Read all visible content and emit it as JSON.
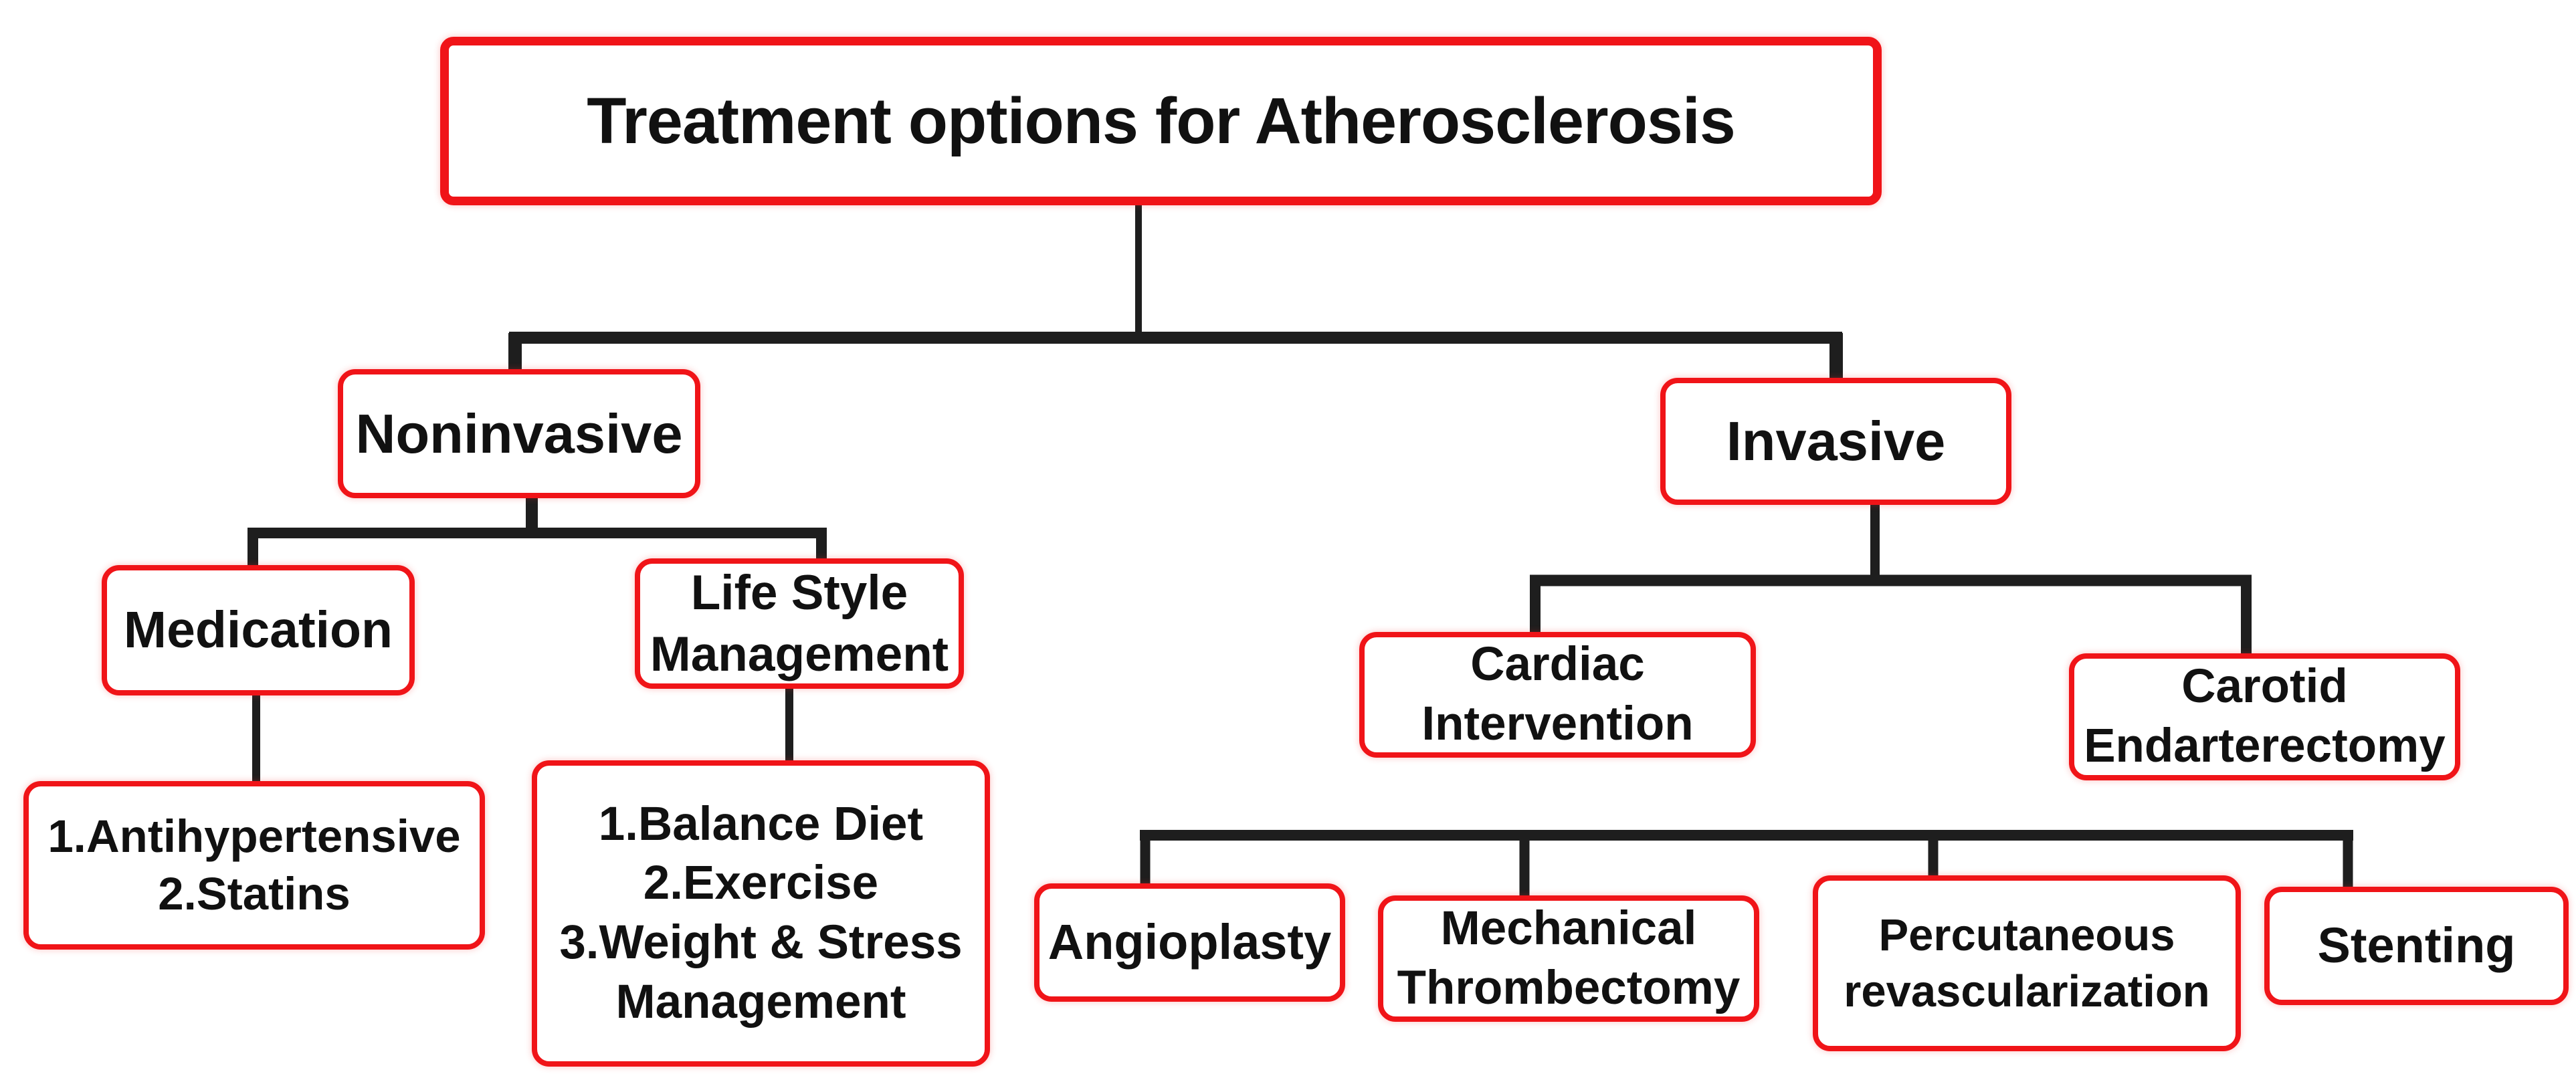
{
  "diagram": {
    "kind": "flowchart",
    "title": "Treatment options for Atherosclerosis"
  },
  "colors": {
    "accent_red": "#f01418",
    "line_black": "#1e1e1e",
    "text_black": "#111111",
    "node_background": "#ffffff"
  },
  "nodes": {
    "title": {
      "label": "Treatment options for Atherosclerosis"
    },
    "noninvasive": {
      "label": "Noninvasive"
    },
    "invasive": {
      "label": "Invasive"
    },
    "medication": {
      "label": "Medication"
    },
    "lifestyle": {
      "label": "Life Style\nManagement"
    },
    "medication_items": {
      "label": "1.Antihypertensive\n2.Statins"
    },
    "lifestyle_items": {
      "label": "1.Balance Diet\n2.Exercise\n3.Weight & Stress\nManagement"
    },
    "cardiac": {
      "label": "Cardiac\nIntervention"
    },
    "carotid": {
      "label": "Carotid\nEndarterectomy"
    },
    "angioplasty": {
      "label": "Angioplasty"
    },
    "mech_thrombectomy": {
      "label": "Mechanical\nThrombectomy"
    },
    "perc_revasc": {
      "label": "Percutaneous\nrevascularization"
    },
    "stenting": {
      "label": "Stenting"
    }
  },
  "edges": [
    {
      "from": "title",
      "to": "noninvasive"
    },
    {
      "from": "title",
      "to": "invasive"
    },
    {
      "from": "noninvasive",
      "to": "medication"
    },
    {
      "from": "noninvasive",
      "to": "lifestyle"
    },
    {
      "from": "medication",
      "to": "medication_items"
    },
    {
      "from": "lifestyle",
      "to": "lifestyle_items"
    },
    {
      "from": "invasive",
      "to": "cardiac"
    },
    {
      "from": "invasive",
      "to": "carotid"
    },
    {
      "from": "cardiac",
      "to": "angioplasty"
    },
    {
      "from": "cardiac",
      "to": "mech_thrombectomy"
    },
    {
      "from": "cardiac",
      "to": "perc_revasc"
    },
    {
      "from": "cardiac",
      "to": "stenting"
    }
  ]
}
